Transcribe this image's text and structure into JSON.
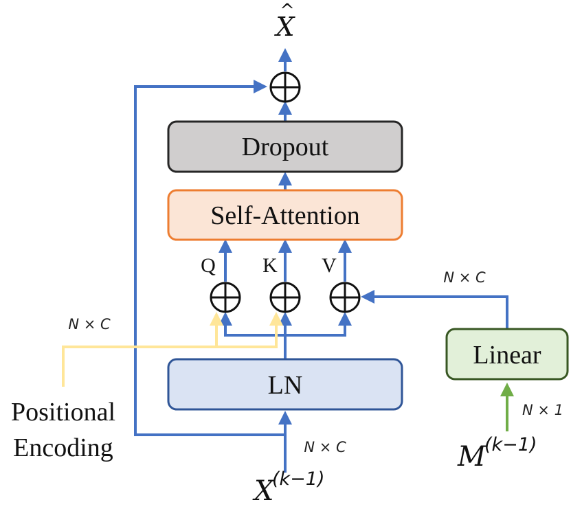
{
  "blocks": {
    "dropout": "Dropout",
    "self_attention": "Self-Attention",
    "ln": "LN",
    "linear": "Linear"
  },
  "qkv": {
    "q": "Q",
    "k": "K",
    "v": "V"
  },
  "positional_encoding": {
    "line1": "Positional",
    "line2": "Encoding"
  },
  "dimensions": {
    "pe_dim": "N × C",
    "linear_out_dim": "N × C",
    "input_dim": "N × C",
    "mask_dim": "N × 1"
  },
  "math": {
    "output_base": "X",
    "output_hat": "^",
    "input_base": "X",
    "input_sup": "(k−1)",
    "mask_base": "M",
    "mask_sup": "(k−1)"
  },
  "colors": {
    "blue_arrow": "#4472C4",
    "yellow_arrow": "#FFE699",
    "green_arrow": "#70AD47",
    "dropout_fill": "#D0CECE",
    "attention_fill": "#FBE5D6",
    "attention_stroke": "#ED7D31",
    "ln_fill": "#DAE3F3",
    "ln_stroke": "#2F5597",
    "linear_fill": "#E2F0D9",
    "linear_stroke": "#385723"
  }
}
